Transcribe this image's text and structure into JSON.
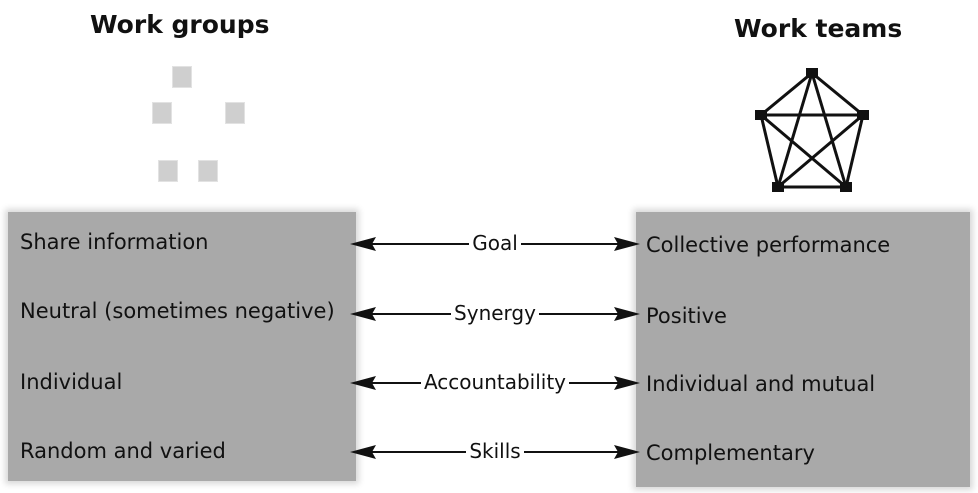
{
  "headings": {
    "left": "Work groups",
    "right": "Work teams"
  },
  "rows": [
    {
      "criterion": "Goal",
      "group": "Share information",
      "team": "Collective performance"
    },
    {
      "criterion": "Synergy",
      "group": "Neutral (sometimes negative)",
      "team": "Positive"
    },
    {
      "criterion": "Accountability",
      "group": "Individual",
      "team": "Individual and mutual"
    },
    {
      "criterion": "Skills",
      "group": "Random and varied",
      "team": "Complementary"
    }
  ],
  "colors": {
    "box_fill": "#a9a9a9",
    "connector_line": "#111111",
    "dots": "#cfcfcf"
  }
}
